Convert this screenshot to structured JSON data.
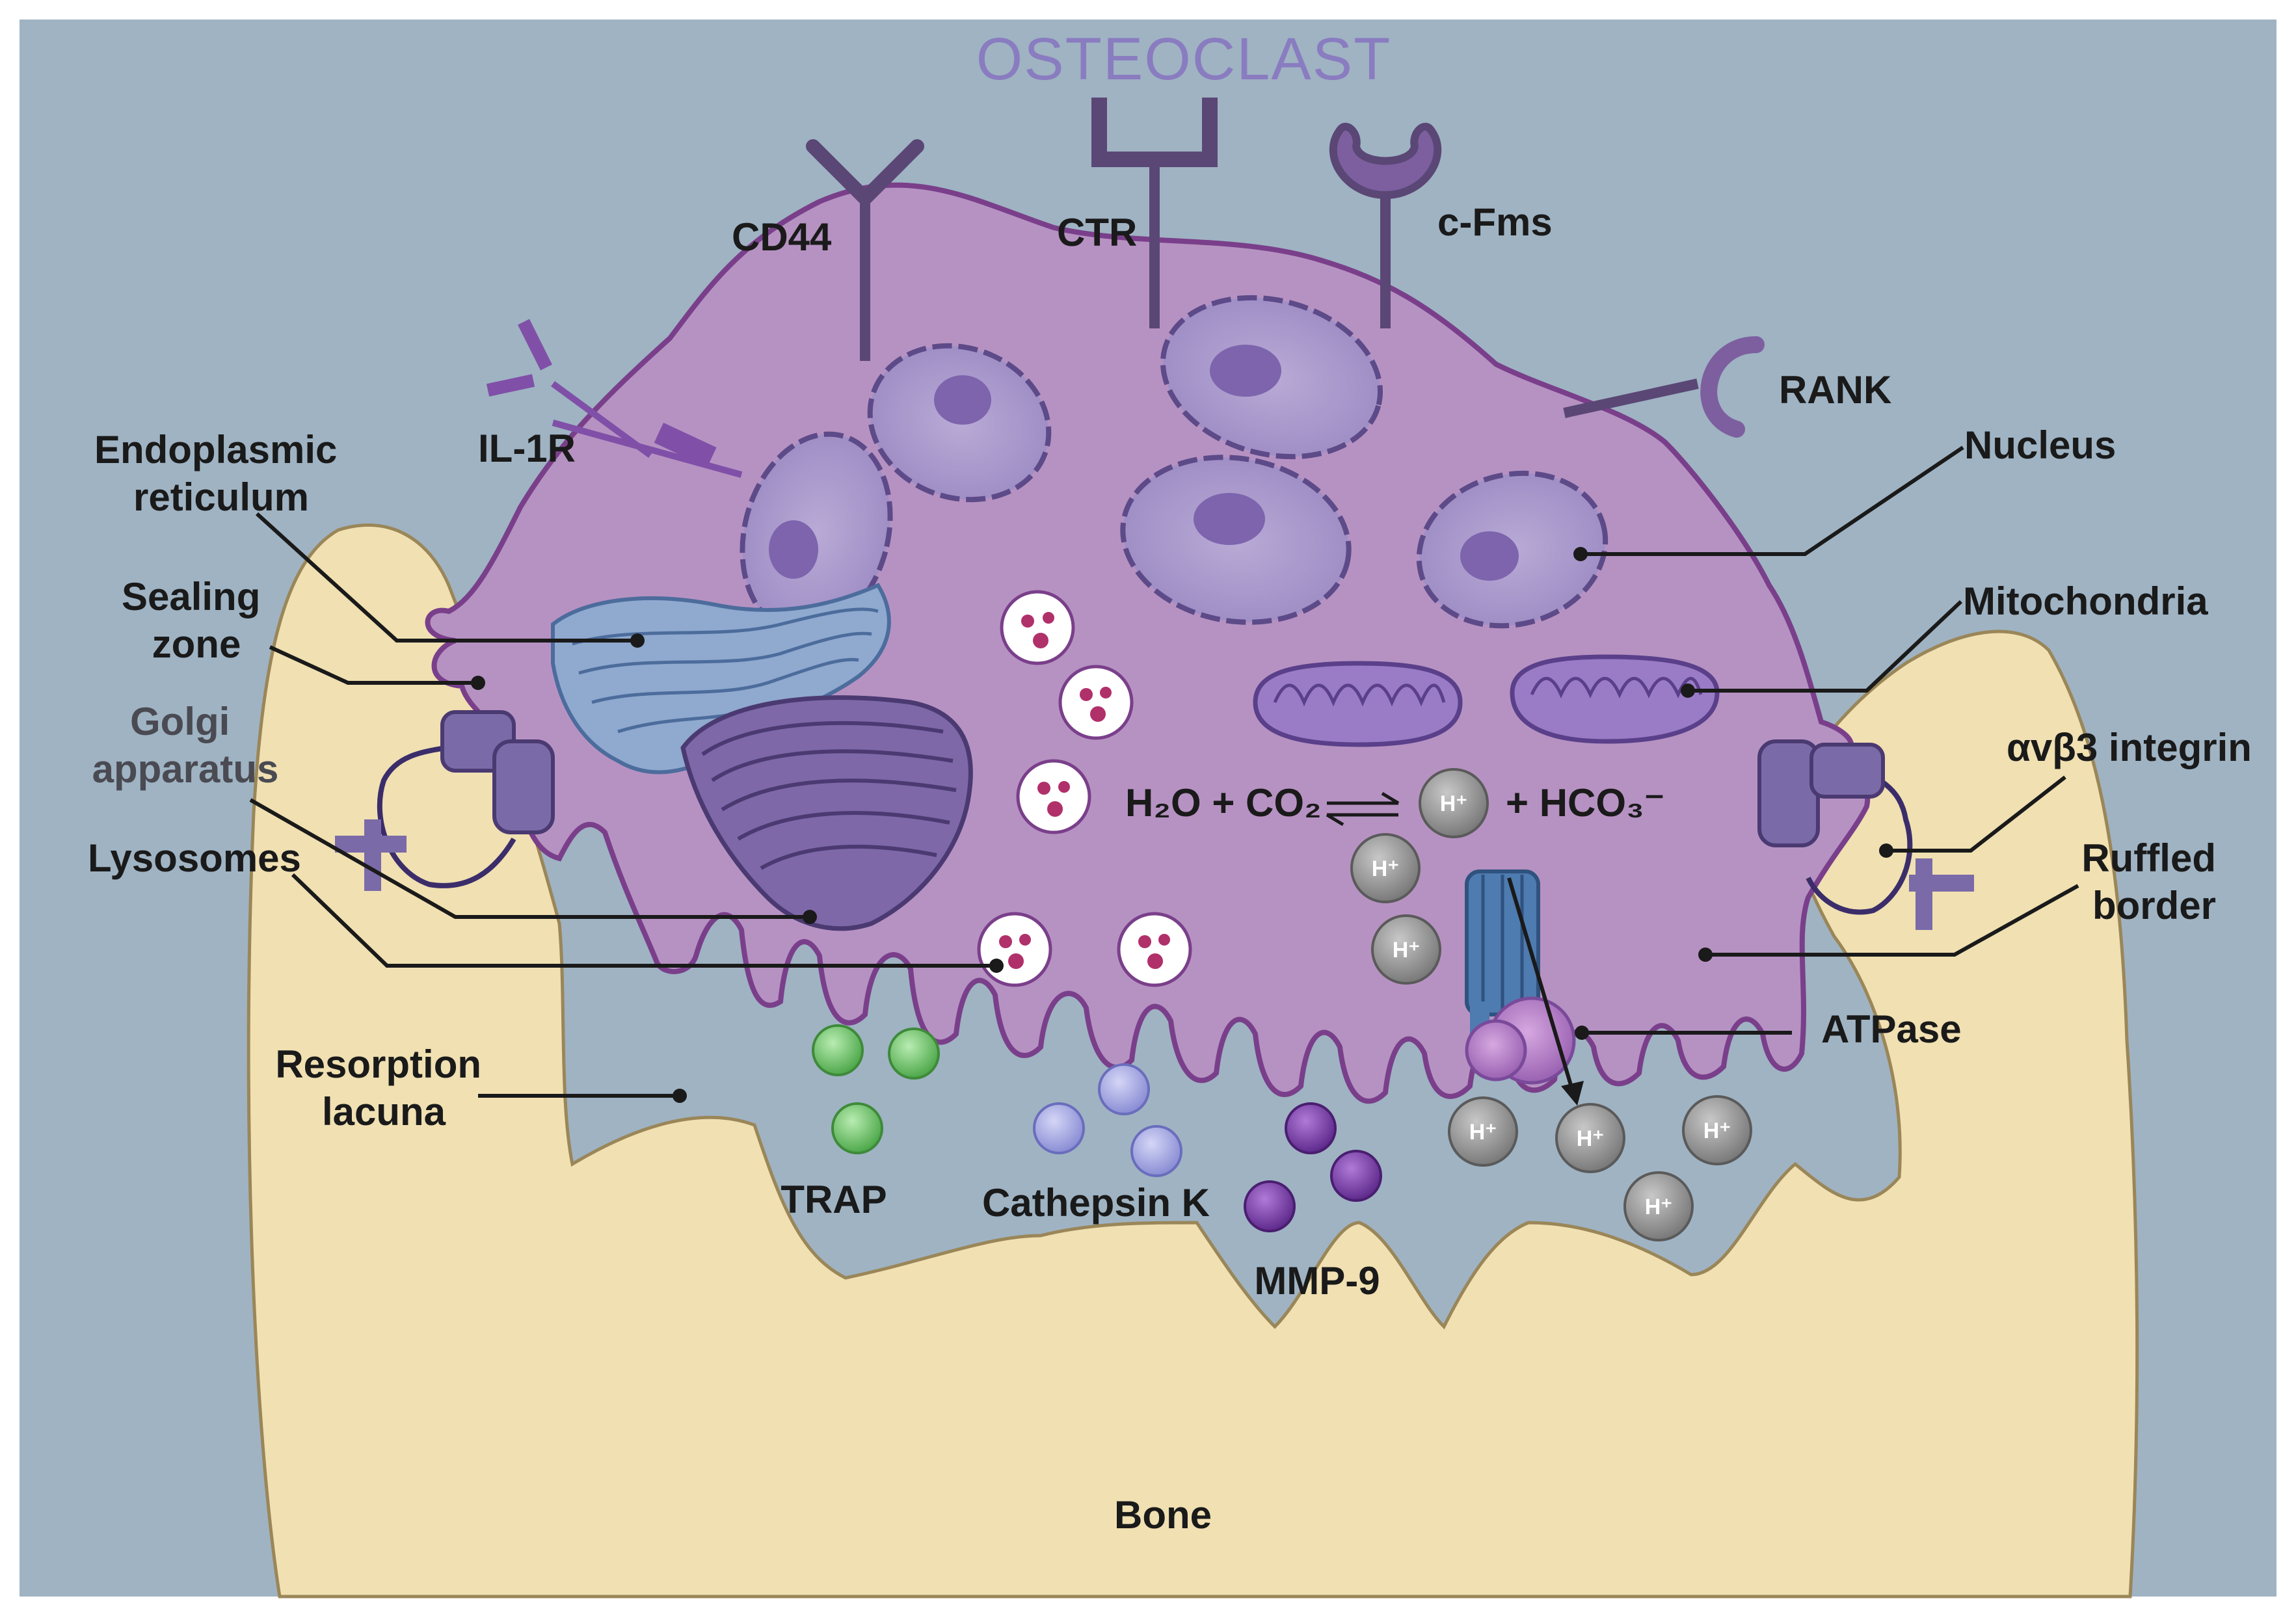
{
  "title": "OSTEOCLAST",
  "colors": {
    "background": "#9fb3c3",
    "bone": "#f0e0b2",
    "cell": "#b692c2",
    "cell_border": "#7a3f8a",
    "nucleus": "#a896c8",
    "receptor": "#5a4775",
    "lysosome": "#b0306a",
    "trap": "#6fc06a",
    "cathepsin_k": "#9ea0dc",
    "mmp9": "#7d42a8",
    "h_ion": "#8a8a8a"
  },
  "receptors": {
    "cd44": "CD44",
    "ctr": "CTR",
    "c_fms": "c-Fms",
    "rank": "RANK",
    "il1r": "IL-1R"
  },
  "labels": {
    "endoplasmic_reticulum": [
      "Endoplasmic",
      "reticulum"
    ],
    "sealing_zone": [
      "Sealing",
      "zone"
    ],
    "golgi_apparatus": [
      "Golgi",
      "apparatus"
    ],
    "lysosomes": "Lysosomes",
    "resorption_lacuna": [
      "Resorption",
      "lacuna"
    ],
    "nucleus": "Nucleus",
    "mitochondria": "Mitochondria",
    "integrin": "αvβ3 integrin",
    "ruffled_border": [
      "Ruffled",
      "border"
    ],
    "atpase": "ATPase",
    "trap": "TRAP",
    "cathepsin_k": "Cathepsin K",
    "mmp9": "MMP-9",
    "bone": "Bone"
  },
  "reaction": {
    "left": "H₂O + CO₂",
    "right": "+ HCO₃⁻",
    "proton": "H⁺"
  },
  "icons": [
    "receptor-icon",
    "nucleus-icon",
    "mitochondrion-icon",
    "lysosome-icon",
    "golgi-icon",
    "er-icon",
    "proton-pump-icon",
    "integrin-icon"
  ]
}
